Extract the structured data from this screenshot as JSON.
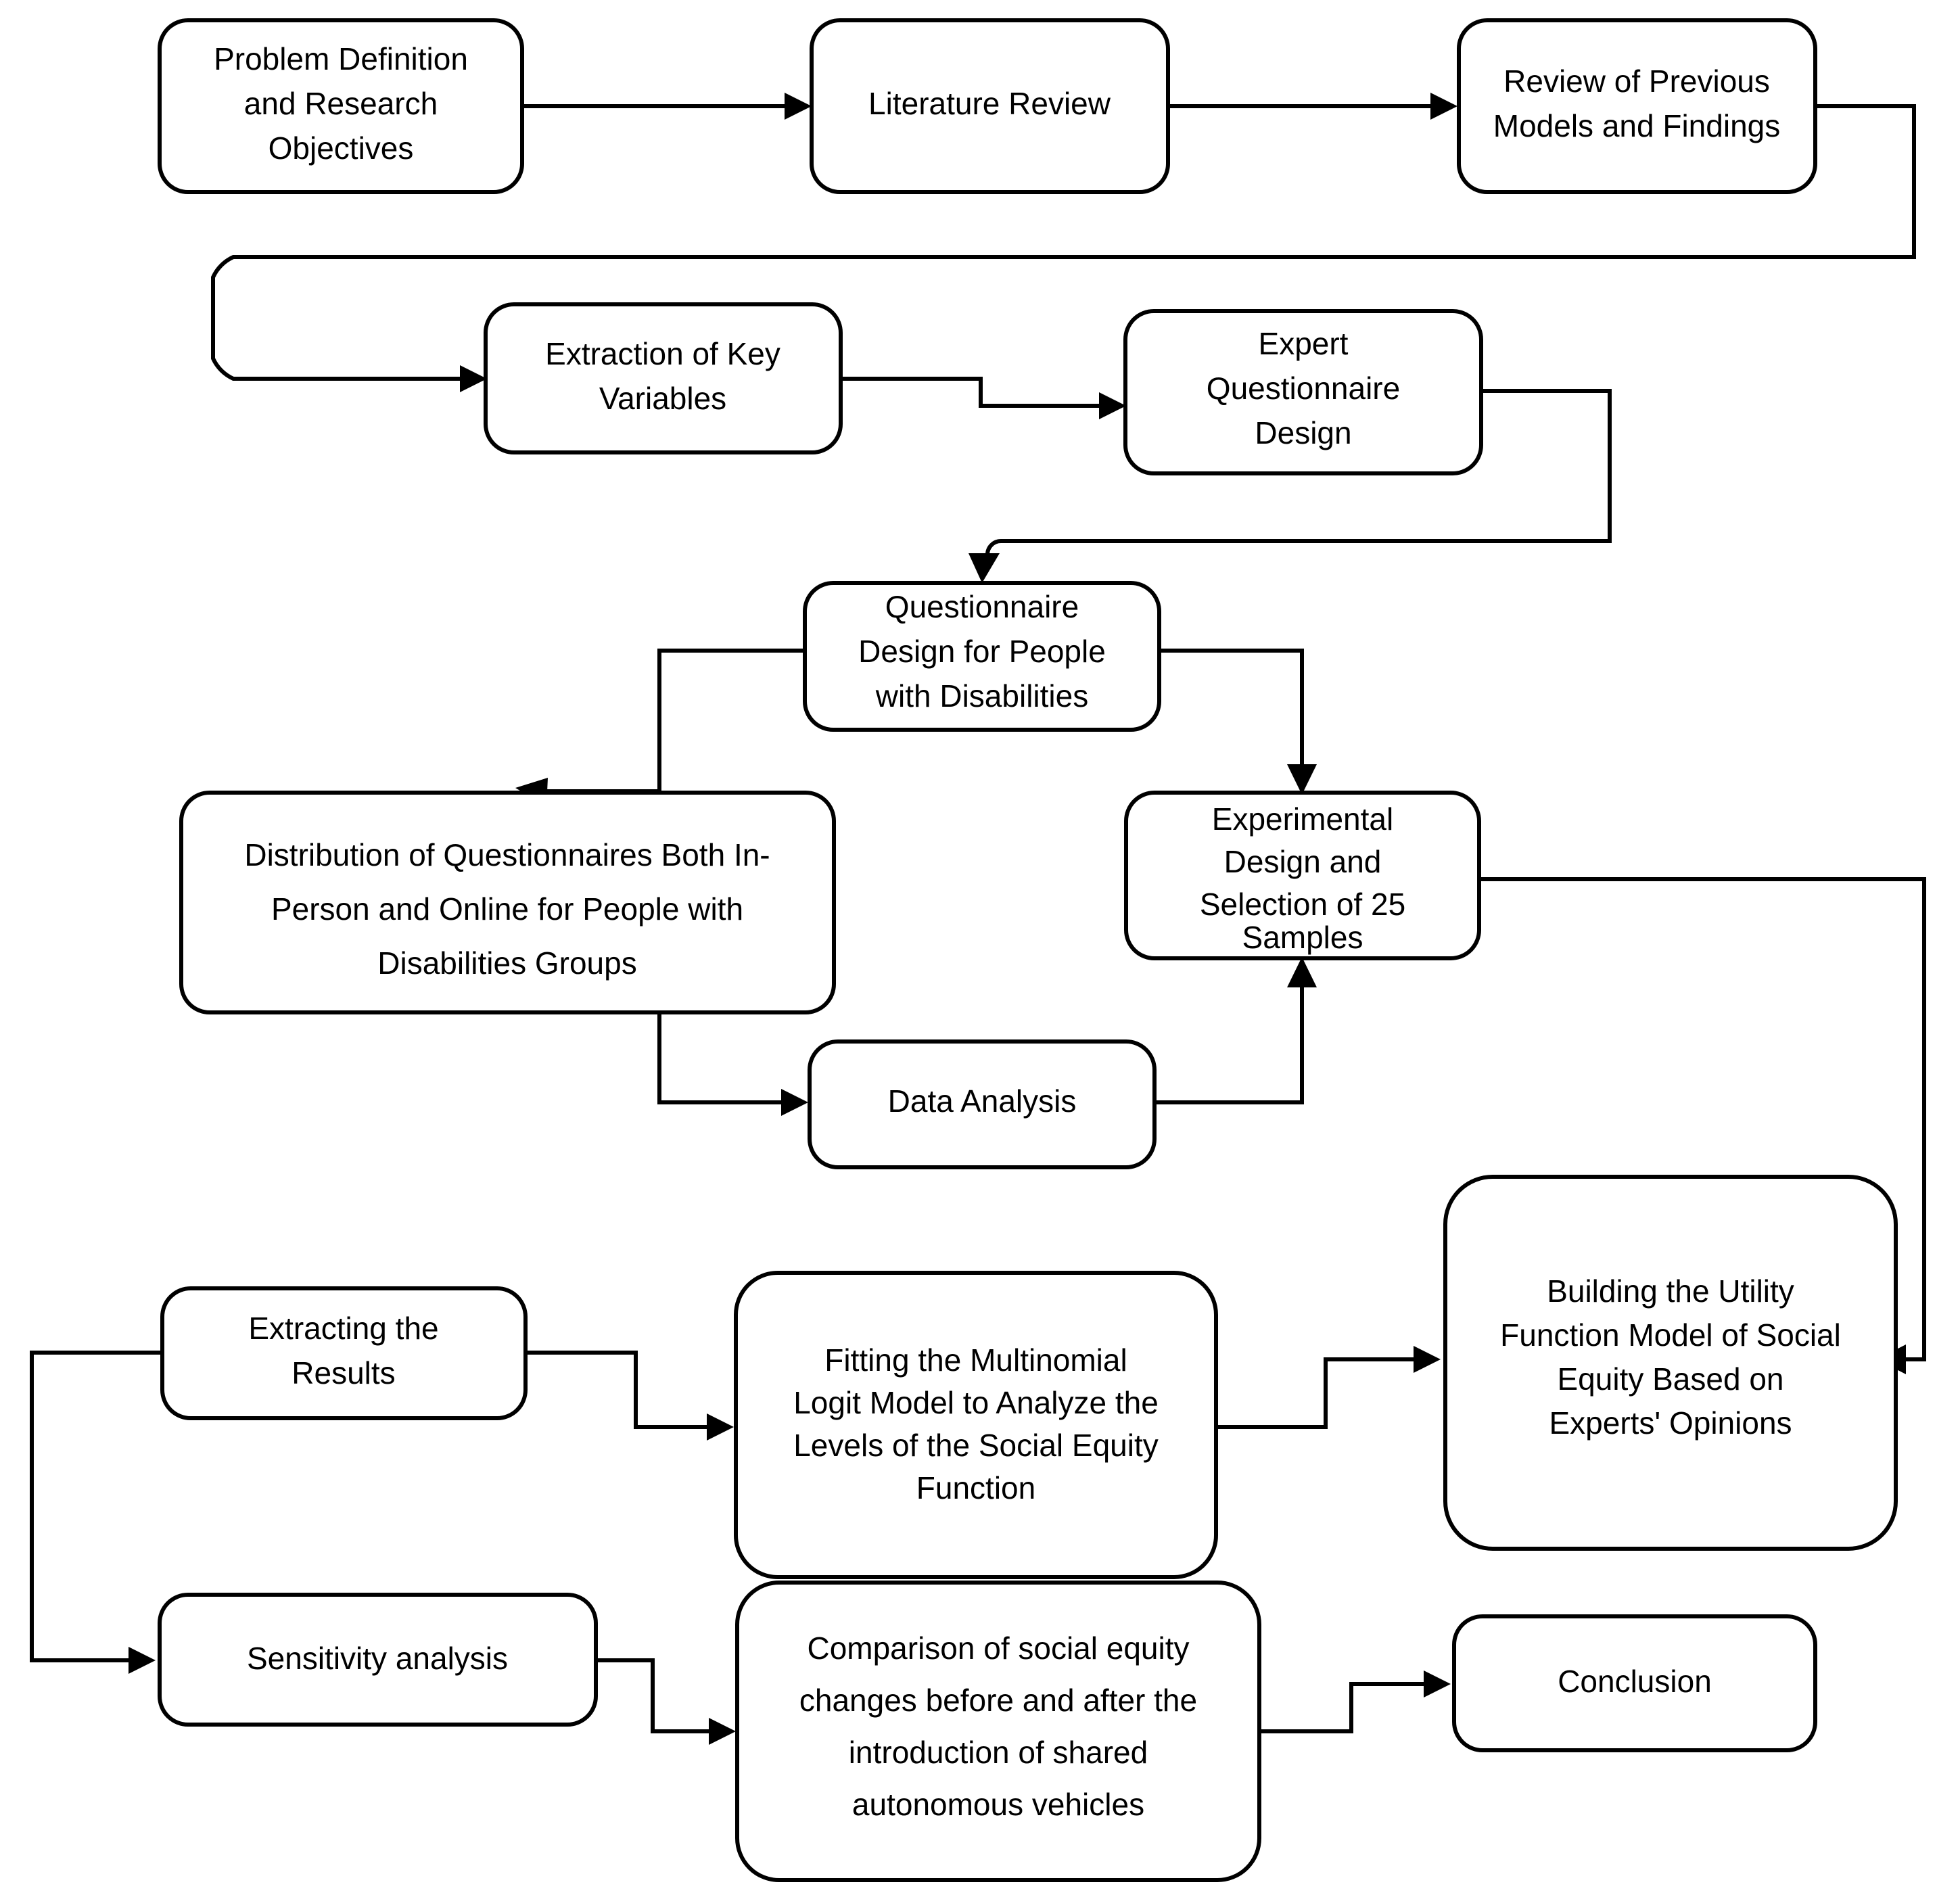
{
  "diagram": {
    "type": "flowchart",
    "title": "Research Methodology Flowchart",
    "orientation": "top-to-bottom",
    "background_color": "#ffffff",
    "node_fill_color": "#ffffff",
    "node_border_color": "#000000",
    "edge_color": "#000000",
    "node_shape": "rounded-rectangle"
  },
  "nodes": {
    "problem_definition": {
      "label": "Problem Definition and Research Objectives",
      "lines": [
        "Problem Definition",
        "and Research",
        "Objectives"
      ]
    },
    "literature_review": {
      "label": "Literature Review",
      "lines": [
        "Literature Review"
      ]
    },
    "review_previous_models": {
      "label": "Review of Previous Models and Findings",
      "lines": [
        "Review of Previous",
        "Models and Findings"
      ]
    },
    "extraction_key_variables": {
      "label": "Extraction of Key Variables",
      "lines": [
        "Extraction of Key",
        "Variables"
      ]
    },
    "expert_questionnaire_design": {
      "label": "Expert Questionnaire Design",
      "lines": [
        "Expert",
        "Questionnaire",
        "Design"
      ]
    },
    "questionnaire_design_disabilities": {
      "label": "Questionnaire Design for People with Disabilities",
      "lines": [
        "Questionnaire",
        "Design for People",
        "with Disabilities"
      ]
    },
    "distribution_questionnaires": {
      "label": "Distribution of Questionnaires Both In-Person and Online for People with Disabilities Groups",
      "lines": [
        "Distribution of Questionnaires Both In-",
        "Person and Online for People with",
        "Disabilities Groups"
      ]
    },
    "experimental_design": {
      "label": "Experimental Design and Selection of 25 Samples",
      "lines": [
        "Experimental",
        "Design and",
        "Selection of 25",
        "Samples"
      ]
    },
    "data_analysis": {
      "label": "Data Analysis",
      "lines": [
        "Data Analysis"
      ]
    },
    "extracting_results": {
      "label": "Extracting the Results",
      "lines": [
        "Extracting the",
        "Results"
      ]
    },
    "fitting_multinomial_logit": {
      "label": "Fitting the Multinomial Logit Model to Analyze the Levels of the Social Equity Function",
      "lines": [
        "Fitting the Multinomial",
        "Logit Model to Analyze the",
        "Levels of the Social Equity",
        "Function"
      ]
    },
    "building_utility_function": {
      "label": "Building the Utility Function Model of Social Equity Based on Experts' Opinions",
      "lines": [
        "Building the Utility",
        "Function Model of Social",
        "Equity Based on",
        "Experts' Opinions"
      ]
    },
    "sensitivity_analysis": {
      "label": "Sensitivity analysis",
      "lines": [
        "Sensitivity analysis"
      ]
    },
    "comparison_social_equity": {
      "label": "Comparison of social equity changes before and after the introduction of shared autonomous vehicles",
      "lines": [
        "Comparison of social equity",
        "changes before and after the",
        "introduction of shared",
        "autonomous vehicles"
      ]
    },
    "conclusion": {
      "label": "Conclusion",
      "lines": [
        "Conclusion"
      ]
    }
  },
  "edges": [
    {
      "from": "problem_definition",
      "to": "literature_review"
    },
    {
      "from": "literature_review",
      "to": "review_previous_models"
    },
    {
      "from": "review_previous_models",
      "to": "extraction_key_variables"
    },
    {
      "from": "extraction_key_variables",
      "to": "expert_questionnaire_design"
    },
    {
      "from": "expert_questionnaire_design",
      "to": "questionnaire_design_disabilities"
    },
    {
      "from": "questionnaire_design_disabilities",
      "to": "distribution_questionnaires"
    },
    {
      "from": "questionnaire_design_disabilities",
      "to": "experimental_design"
    },
    {
      "from": "distribution_questionnaires",
      "to": "data_analysis"
    },
    {
      "from": "data_analysis",
      "to": "experimental_design"
    },
    {
      "from": "experimental_design",
      "to": "building_utility_function"
    },
    {
      "from": "extracting_results",
      "to": "fitting_multinomial_logit"
    },
    {
      "from": "fitting_multinomial_logit",
      "to": "building_utility_function"
    },
    {
      "from": "extracting_results",
      "to": "sensitivity_analysis"
    },
    {
      "from": "sensitivity_analysis",
      "to": "comparison_social_equity"
    },
    {
      "from": "comparison_social_equity",
      "to": "conclusion"
    }
  ]
}
